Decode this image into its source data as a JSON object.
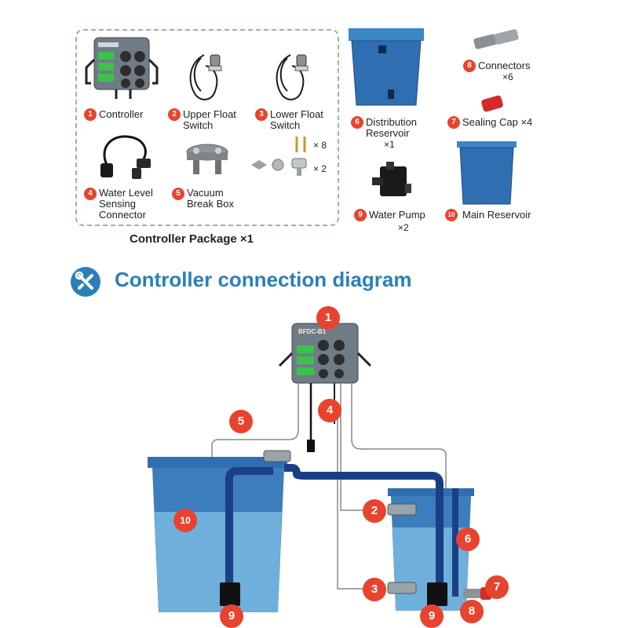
{
  "package": {
    "title": "Controller Package ×1",
    "items": [
      {
        "num": "1",
        "label": "Controller"
      },
      {
        "num": "2",
        "label": "Upper Float Switch"
      },
      {
        "num": "3",
        "label": "Lower Float Switch"
      },
      {
        "num": "4",
        "label": "Water Level Sensing Connector"
      },
      {
        "num": "5",
        "label": "Vacuum Break Box"
      }
    ],
    "accessory_qty": [
      "× 8",
      "× 2"
    ]
  },
  "extras": [
    {
      "num": "6",
      "label": "Distribution Reservoir",
      "qty": "×1"
    },
    {
      "num": "7",
      "label": "Sealing Cap ×4",
      "qty": ""
    },
    {
      "num": "8",
      "label": "Connectors",
      "qty": "×6"
    },
    {
      "num": "9",
      "label": "Water Pump",
      "qty": "×2"
    },
    {
      "num": "10",
      "label": "Main Reservoir",
      "qty": ""
    }
  ],
  "diagram": {
    "title": "Controller connection diagram",
    "controller_brand": "BFDC-B1",
    "markers": [
      "1",
      "2",
      "3",
      "4",
      "5",
      "6",
      "7",
      "8",
      "9",
      "10"
    ]
  },
  "colors": {
    "accent": "#2a7fb8",
    "marker": "#e8432e",
    "tank": "#2e6fb0",
    "water": "#78b7e0",
    "pipe": "#1b3f86",
    "package_border": "#8bc28b"
  }
}
